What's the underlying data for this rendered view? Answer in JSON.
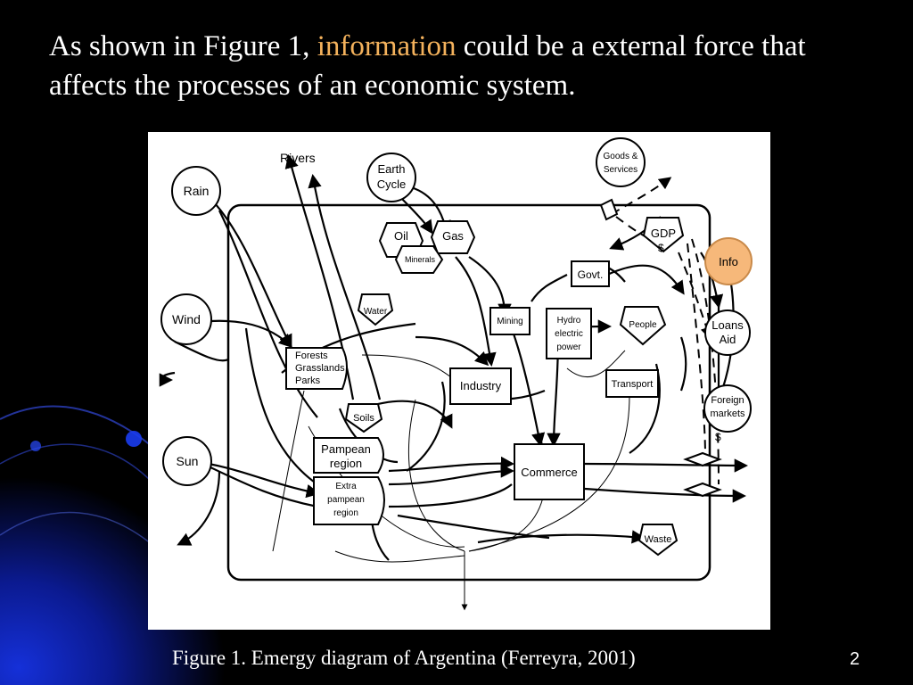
{
  "slide": {
    "title_part1": "As shown in Figure 1,",
    "title_highlight": "information",
    "title_part2": "could be a external force that affects the processes of an economic system.",
    "caption": "Figure 1. Emergy diagram of Argentina (Ferreyra, 2001)",
    "page_number": "2"
  },
  "colors": {
    "background": "#000000",
    "text": "#ffffff",
    "highlight": "#f4b25c",
    "info_fill": "#f6b87a",
    "bg_blue": "#0a1aa0"
  },
  "diagram": {
    "sources": {
      "rivers": "Rivers",
      "rain": "Rain",
      "earth_cycle": [
        "Earth",
        "Cycle"
      ],
      "goods_services": [
        "Goods &",
        "Services"
      ],
      "wind": "Wind",
      "sun": "Sun",
      "info": "Info",
      "loans_aid": [
        "Loans",
        "Aid"
      ],
      "foreign_markets": [
        "Foreign",
        "markets"
      ]
    },
    "storages": {
      "oil": "Oil",
      "gas": "Gas",
      "minerals": "Minerals",
      "water": "Water",
      "soils": "Soils",
      "gdp": "GDP",
      "people": "People",
      "waste": "Waste"
    },
    "processes": {
      "forests": [
        "Forests",
        "Grasslands",
        "Parks"
      ],
      "pampean_region": [
        "Pampean",
        "region"
      ],
      "extra_pampean": [
        "Extra",
        "pampean",
        "region"
      ],
      "mining": "Mining",
      "hydro": [
        "Hydro",
        "electric",
        "power"
      ],
      "govt": "Govt.",
      "industry": "Industry",
      "transport": "Transport",
      "commerce": "Commerce"
    },
    "money_symbol": "$"
  }
}
